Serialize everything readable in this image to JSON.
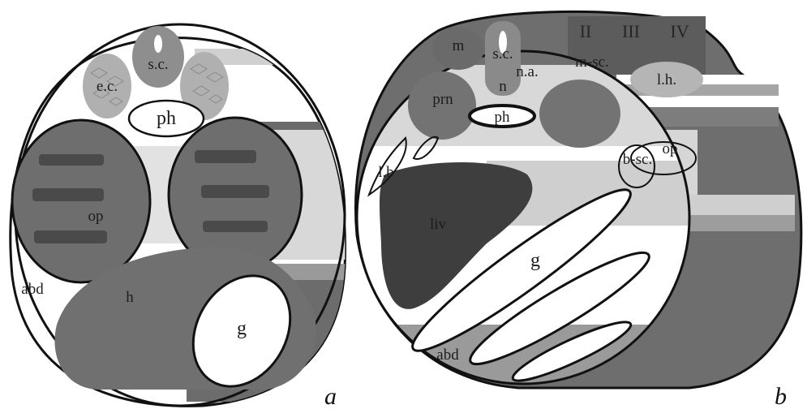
{
  "figure": {
    "panel_a": {
      "letter": "a",
      "labels": {
        "sc": "s.c.",
        "ec": "e.c.",
        "ph": "ph",
        "op": "op",
        "abd": "abd",
        "h": "h",
        "g": "g"
      }
    },
    "panel_b": {
      "letter": "b",
      "labels": {
        "m": "m",
        "sc": "s.c.",
        "na": "n.a.",
        "n": "n",
        "msc": "m-sc.",
        "lh": "l.h.",
        "prn": "prn",
        "ph": "ph",
        "lb": "l.b",
        "bsc": "b-sc.",
        "op": "op",
        "liv": "liv",
        "g": "g",
        "abd": "abd"
      },
      "roman": [
        "II",
        "III",
        "IV"
      ]
    }
  },
  "colors": {
    "dark": "#5a5a5a",
    "mid": "#7a7a7a",
    "light": "#cfcfcf",
    "lighter": "#e4e4e4",
    "liver": "#3e3e3e"
  }
}
